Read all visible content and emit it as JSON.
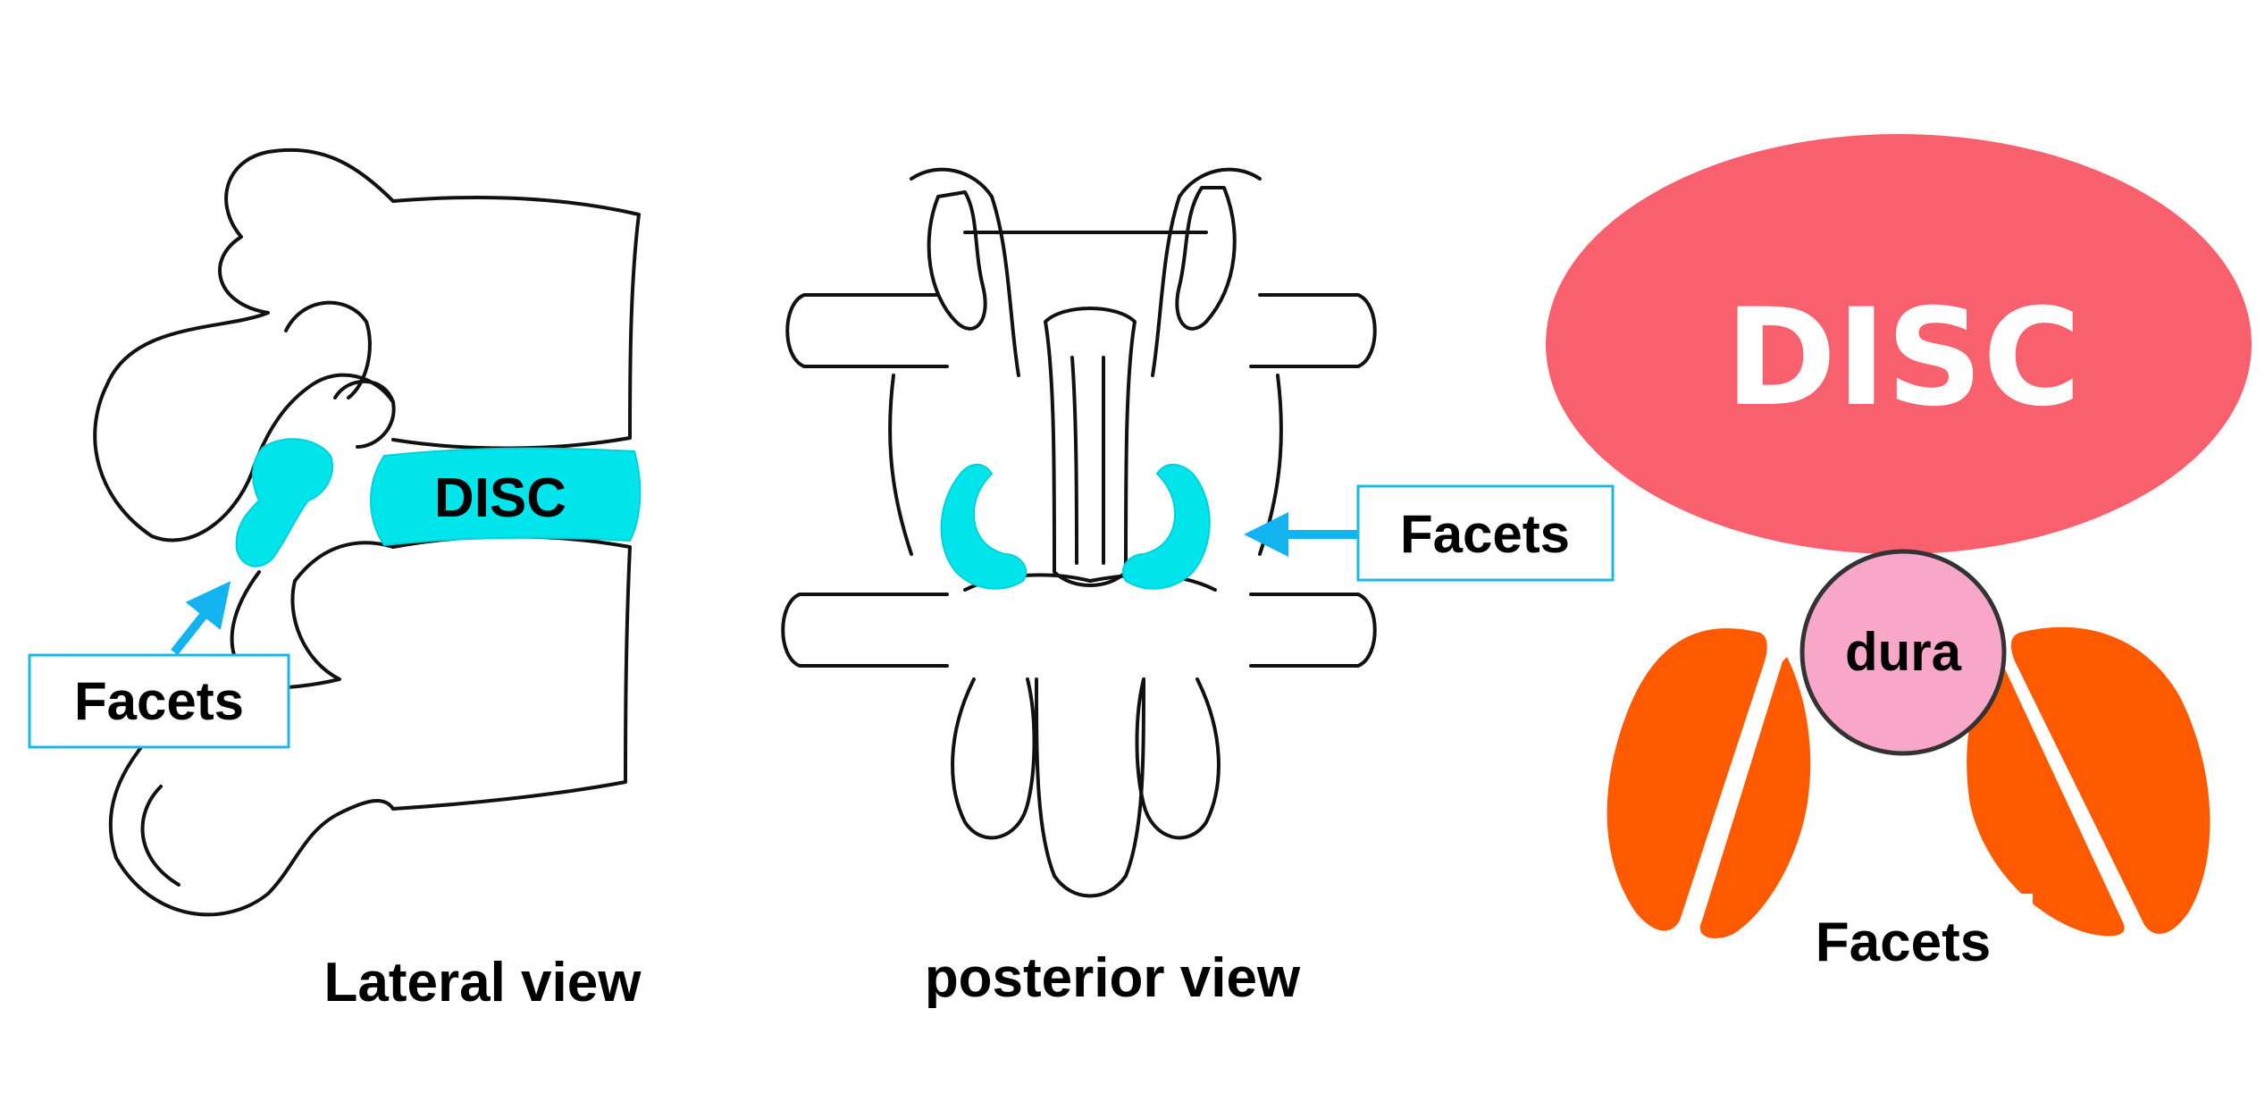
{
  "panels": {
    "lateral": {
      "caption": "Lateral view",
      "disc_label": "DISC",
      "facets_label": "Facets"
    },
    "posterior": {
      "caption": "posterior view",
      "facets_label": "Facets"
    },
    "schematic": {
      "disc_label": "DISC",
      "dura_label": "dura",
      "facets_label": "Facets"
    }
  },
  "colors": {
    "highlight": "#00e5ec",
    "callout_border": "#19b9e6",
    "arrow": "#12b3ee",
    "disc_schematic": "#f8606e",
    "dura": "#f8a7c9",
    "facet_schematic": "#ff5a00",
    "line": "#111111"
  }
}
